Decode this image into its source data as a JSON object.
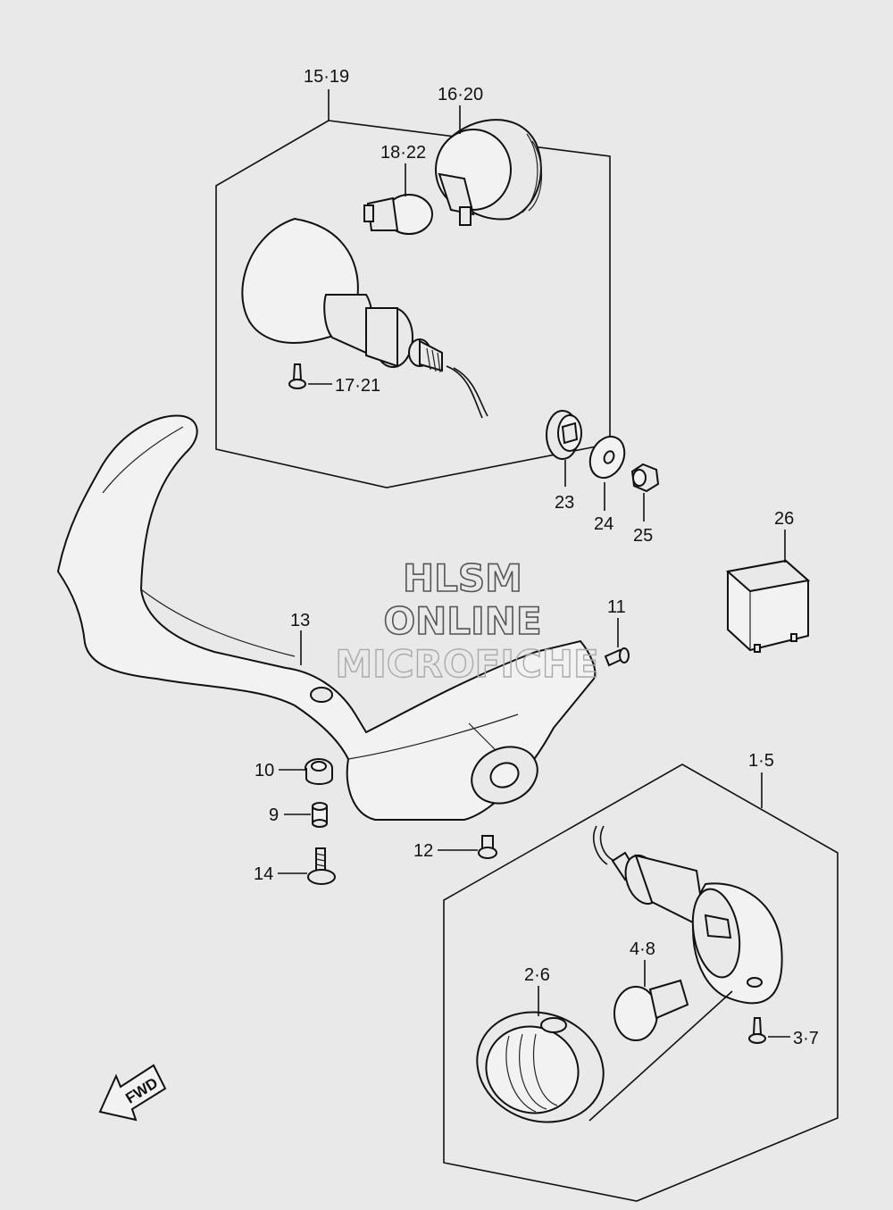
{
  "watermark": {
    "line1": "HLSM",
    "line2": "ONLINE",
    "line3": "MICROFICHE"
  },
  "fwd_label": "FWD",
  "labels": {
    "p15_19": "15·19",
    "p16_20": "16·20",
    "p18_22": "18·22",
    "p17_21": "17·21",
    "p23": "23",
    "p24": "24",
    "p25": "25",
    "p26": "26",
    "p13": "13",
    "p11": "11",
    "p10": "10",
    "p9": "9",
    "p14": "14",
    "p12": "12",
    "p1_5": "1·5",
    "p4_8": "4·8",
    "p2_6": "2·6",
    "p3_7": "3·7"
  }
}
